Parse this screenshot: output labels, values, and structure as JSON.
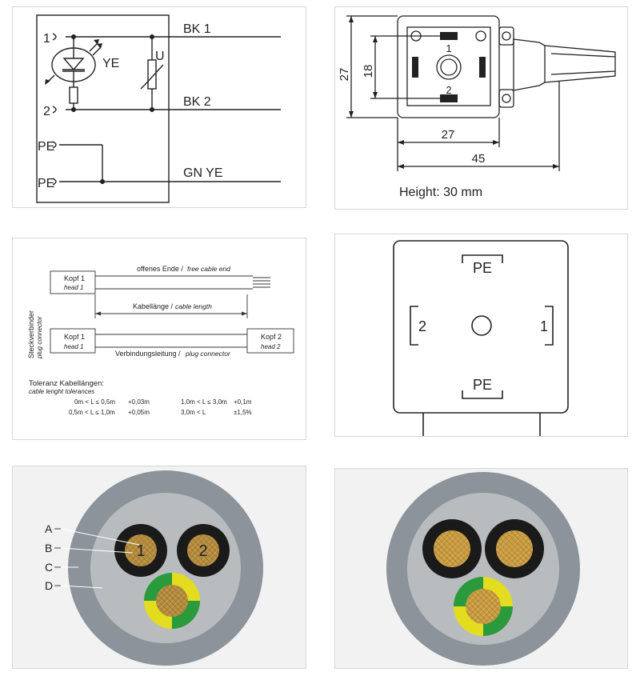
{
  "schematic": {
    "pin1": "1",
    "pin2": "2",
    "led_label": "YE",
    "varistor_label": "U",
    "wire_bk1": "BK 1",
    "wire_bk2": "BK 2",
    "pe_top": "PE",
    "pe_bottom": "PE",
    "wire_gnye": "GN YE"
  },
  "dimensions": {
    "height_27": "27",
    "height_18": "18",
    "pin_1": "1",
    "pin_2": "2",
    "width_27": "27",
    "width_45": "45",
    "height_note": "Height: 30 mm"
  },
  "cable_types": {
    "label_plug_de": "Steckverbinder",
    "label_plug_en": "plug connector",
    "head1_de": "Kopf 1",
    "head1_en": "head 1",
    "free_end_de": "offenes Ende /",
    "free_end_en": "free cable end",
    "length_de": "Kabellänge /",
    "length_en": "cable length",
    "head1b_de": "Kopf 1",
    "head1b_en": "head 1",
    "head2_de": "Kopf 2",
    "head2_en": "head 2",
    "connector_de": "Verbindungsleitung /",
    "connector_en": "plug connector",
    "tolerance_title": "Toleranz Kabellängen:",
    "tolerance_subtitle": "cable lenght tolerances",
    "tolerances": [
      {
        "range": "0m < L ≤ 0,5m",
        "value": "+0,03m"
      },
      {
        "range": "0,5m < L ≤ 1,0m",
        "value": "+0,05m"
      },
      {
        "range": "1,0m < L ≤ 3,0m",
        "value": "+0,1m"
      },
      {
        "range": "3,0m < L",
        "value": "±1,5%"
      }
    ]
  },
  "pin_face": {
    "pe_top": "PE",
    "pin_left": "2",
    "pin_right": "1",
    "pe_bottom": "PE"
  },
  "cable_section_labeled": {
    "callouts": [
      "A",
      "B",
      "C",
      "D"
    ],
    "core1": "1",
    "core2": "2"
  },
  "colors": {
    "line": "#222222",
    "jacket_outer": "#8c939b",
    "jacket_inner": "#b9bcbf",
    "insulation": "#1a1a1a",
    "copper": "#b38a3c",
    "ye": "#e4dc1e",
    "gn": "#2a9a3c"
  }
}
